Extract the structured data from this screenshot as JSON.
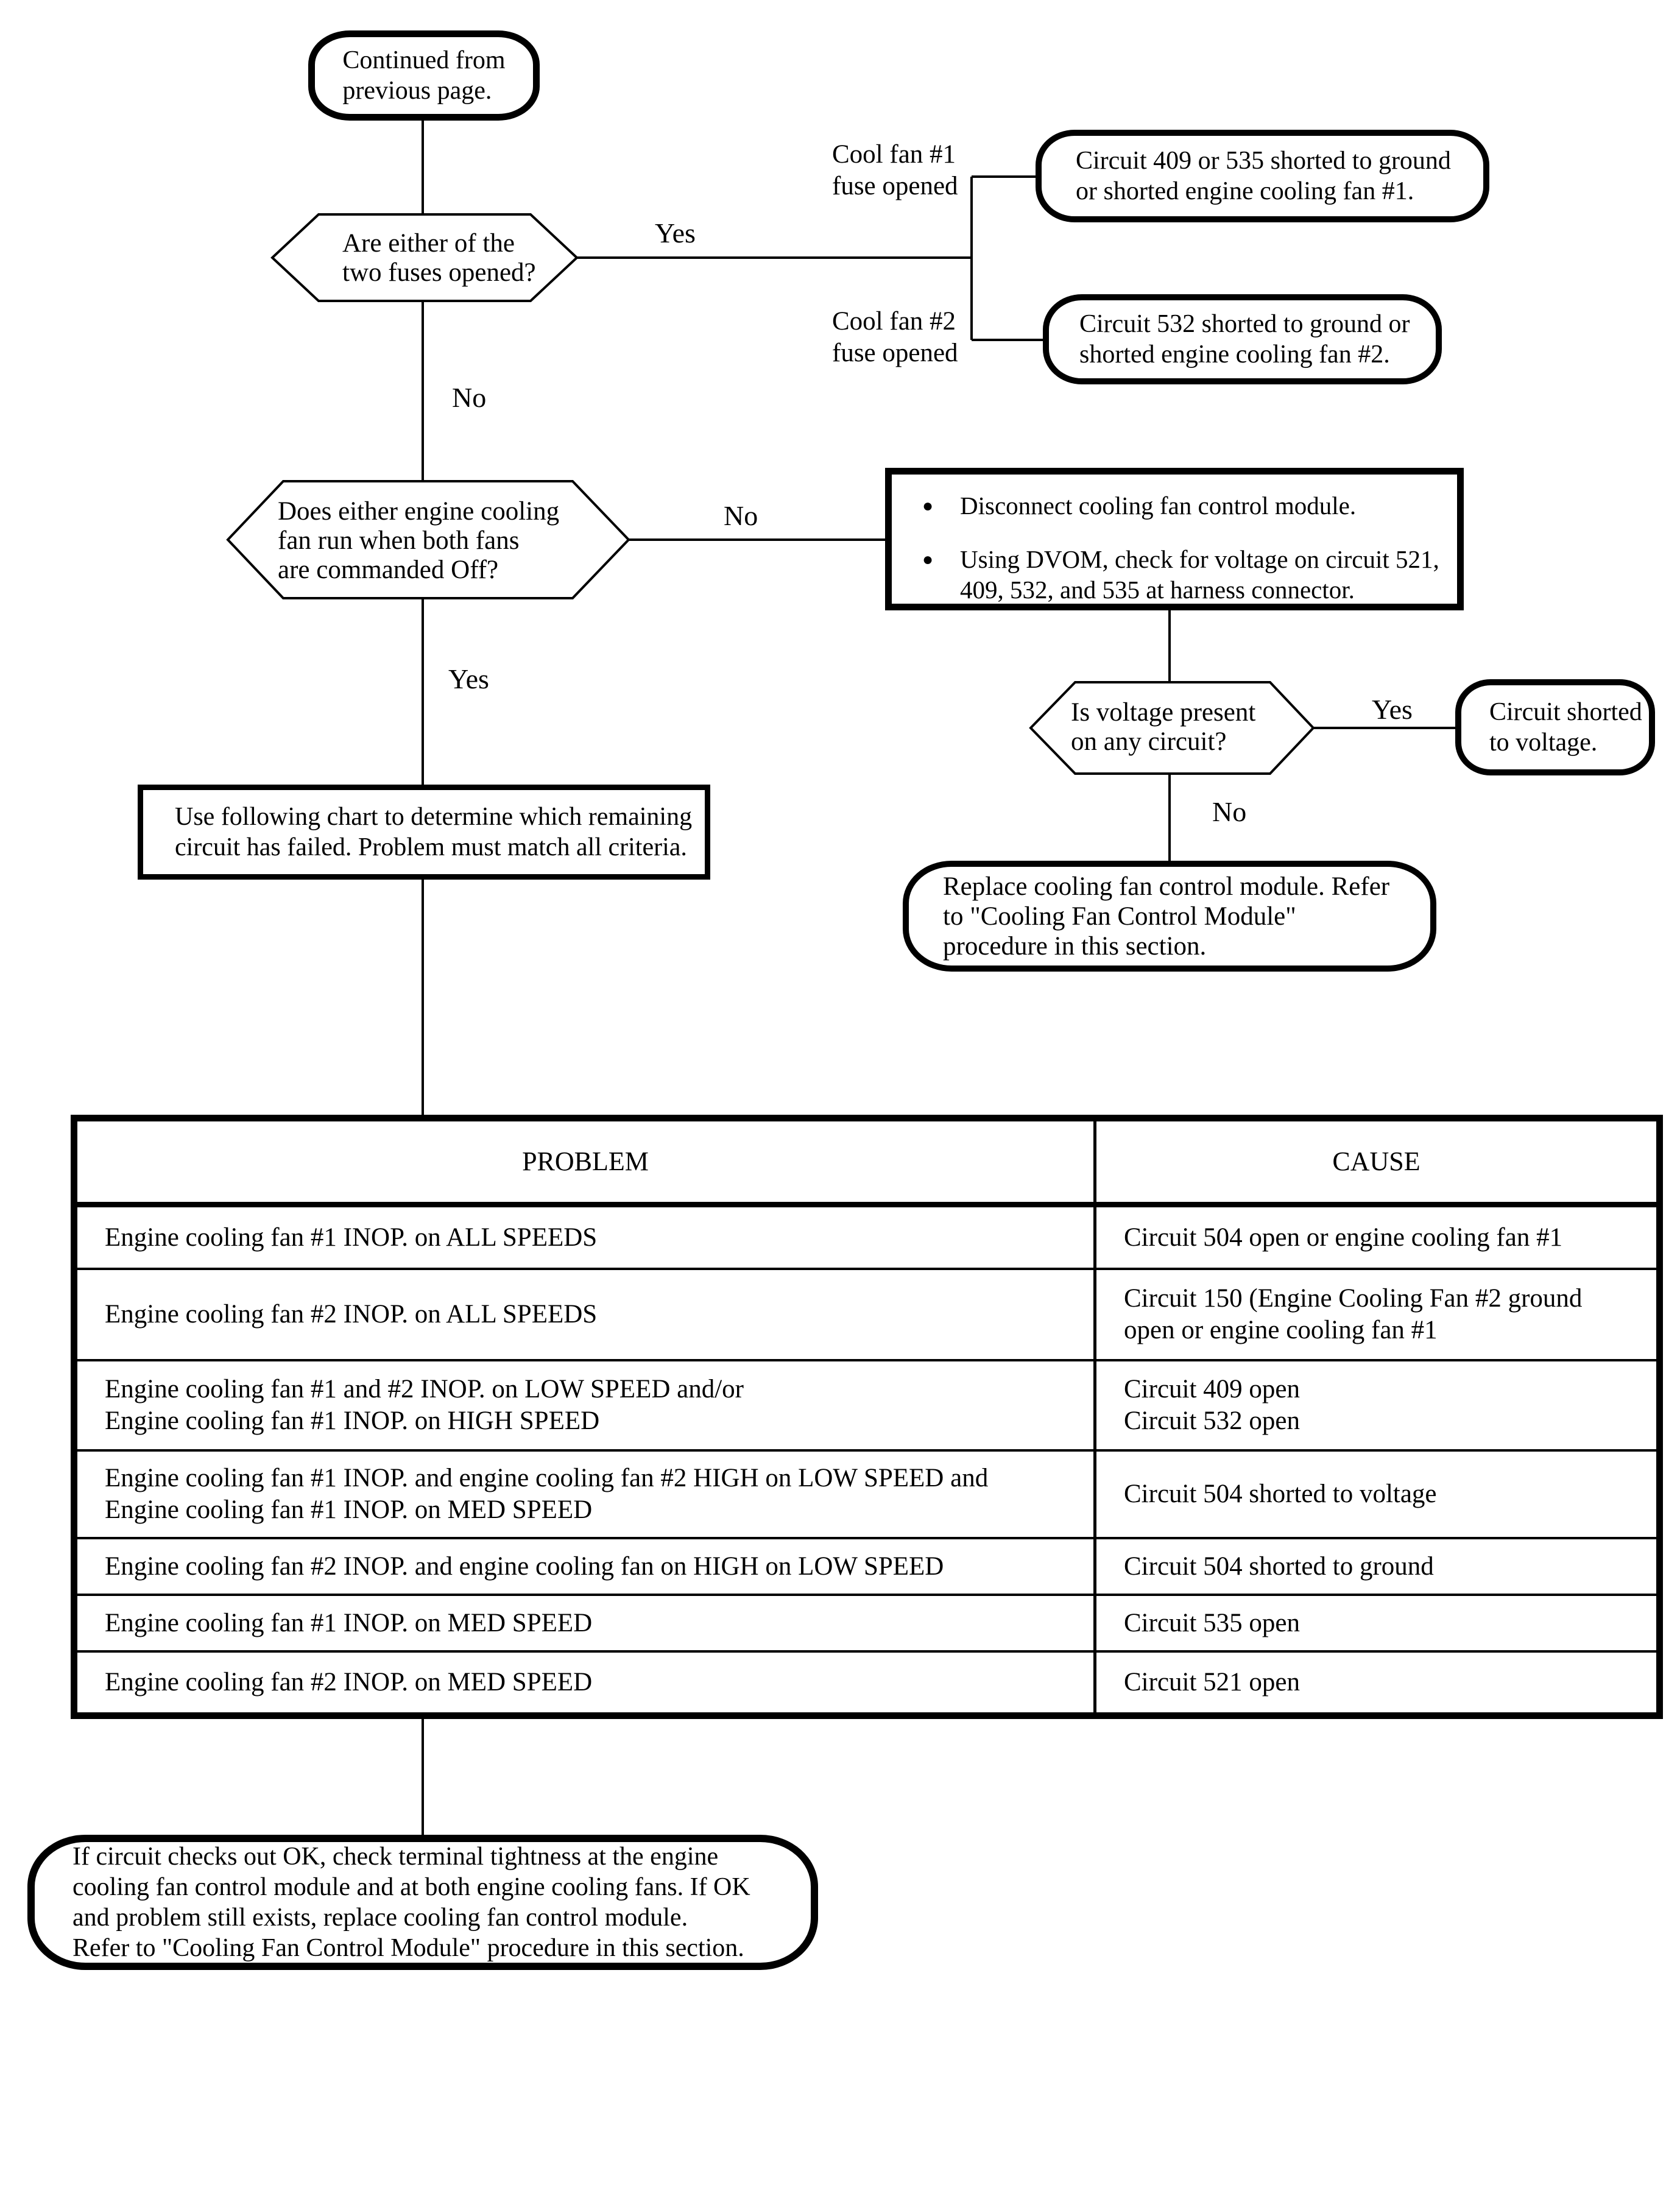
{
  "colors": {
    "ink": "#000000",
    "background": "#ffffff"
  },
  "flowchart": {
    "start": "Continued from\nprevious page.",
    "q_fuses": "Are either of the\ntwo fuses opened?",
    "q1_yes": "Yes",
    "q1_no": "No",
    "branch_fan1": "Cool fan #1\nfuse opened",
    "branch_fan2": "Cool fan #2\nfuse opened",
    "result_fan1": "Circuit 409 or 535 shorted to ground\nor shorted engine cooling fan #1.",
    "result_fan2": "Circuit 532 shorted to ground or\nshorted engine cooling fan #2.",
    "q_fans_run": "Does either engine cooling\nfan run when both fans\nare commanded Off?",
    "q2_no": "No",
    "q2_yes": "Yes",
    "action_bullet1": "Disconnect cooling fan control module.",
    "action_bullet2": "Using DVOM, check for voltage on circuit 521,\n409, 532, and 535 at harness connector.",
    "q_voltage": "Is voltage present\non any circuit?",
    "q3_yes": "Yes",
    "q3_no": "No",
    "result_voltage": "Circuit shorted\nto voltage.",
    "result_replace": "Replace cooling fan control module. Refer\nto \"Cooling Fan Control Module\"\nprocedure in this section.",
    "chart_note": "Use following chart to determine which remaining\ncircuit has failed. Problem must match all criteria.",
    "footer": "If circuit checks out OK, check terminal tightness at the engine\ncooling fan control module and at both engine cooling fans. If OK\nand problem still exists, replace cooling fan control module.\nRefer to \"Cooling Fan Control Module\" procedure in this section."
  },
  "table": {
    "headers": [
      "PROBLEM",
      "CAUSE"
    ],
    "rows": [
      {
        "problem": "Engine cooling fan #1 INOP. on ALL SPEEDS",
        "cause": "Circuit 504 open or engine cooling fan #1"
      },
      {
        "problem": "Engine cooling fan #2 INOP. on ALL SPEEDS",
        "cause": "Circuit 150 (Engine Cooling Fan #2 ground\nopen or engine cooling fan #1"
      },
      {
        "problem": "Engine cooling fan #1 and #2 INOP. on LOW SPEED and/or\nEngine cooling fan #1 INOP. on HIGH SPEED",
        "cause": "Circuit 409 open\nCircuit 532 open"
      },
      {
        "problem": "Engine cooling fan #1 INOP. and engine cooling fan #2 HIGH on LOW SPEED and\nEngine cooling fan #1 INOP. on MED SPEED",
        "cause": "Circuit 504 shorted to voltage"
      },
      {
        "problem": "Engine cooling fan #2 INOP. and engine cooling fan on HIGH on LOW SPEED",
        "cause": "Circuit 504 shorted to ground"
      },
      {
        "problem": "Engine cooling fan #1 INOP. on MED SPEED",
        "cause": "Circuit 535 open"
      },
      {
        "problem": "Engine cooling fan #2 INOP. on MED SPEED",
        "cause": "Circuit 521 open"
      }
    ]
  }
}
